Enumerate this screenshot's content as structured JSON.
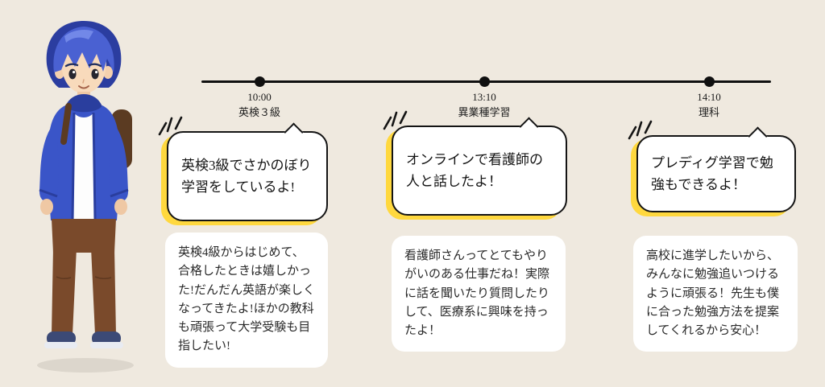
{
  "canvas": {
    "background": "#efe9df"
  },
  "colors": {
    "accent_yellow": "#ffd83e",
    "timeline_black": "#101010",
    "bubble_border": "#141414",
    "card_background": "#ffffff"
  },
  "timeline": {
    "events": [
      {
        "time": "10:00",
        "label": "英検３級"
      },
      {
        "time": "13:10",
        "label": "異業種学習"
      },
      {
        "time": "14:10",
        "label": "理科"
      }
    ]
  },
  "cards": [
    {
      "headline": "英検3級でさかのぼり学習をしているよ!",
      "detail": "英検4級からはじめて、合格したときは嬉しかった!だんだん英語が楽しくなってきたよ!ほかの教科も頑張って大学受験も目指したい!"
    },
    {
      "headline": "オンラインで看護師の人と話したよ！",
      "detail": "看護師さんってとてもやりがいのある仕事だね！実際に話を聞いたり質問したりして、医療系に興味を持ったよ！"
    },
    {
      "headline": "プレディグ学習で勉強もできるよ！",
      "detail": "高校に進学したいから、みんなに勉強追いつけるように頑張る！先生も僕に合った勉強方法を提案してくれるから安心！"
    }
  ]
}
